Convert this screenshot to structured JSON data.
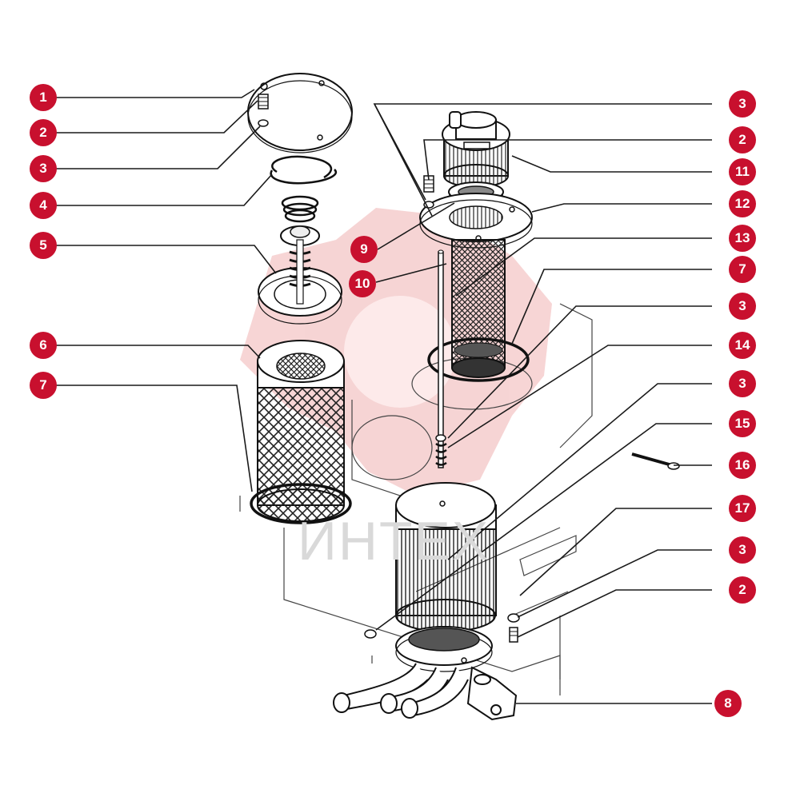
{
  "watermark": {
    "text": "ИНТЕХ"
  },
  "colors": {
    "callout": "#c8102e",
    "line": "#1a1a1a",
    "watermark": "#f3c2c2"
  },
  "callouts_left": [
    {
      "id": "L1",
      "label": "1"
    },
    {
      "id": "L2",
      "label": "2"
    },
    {
      "id": "L3",
      "label": "3"
    },
    {
      "id": "L4",
      "label": "4"
    },
    {
      "id": "L5",
      "label": "5"
    },
    {
      "id": "L6",
      "label": "6"
    },
    {
      "id": "L7",
      "label": "7"
    }
  ],
  "callouts_right": [
    {
      "id": "R3a",
      "label": "3"
    },
    {
      "id": "R2a",
      "label": "2"
    },
    {
      "id": "R11",
      "label": "11"
    },
    {
      "id": "R12",
      "label": "12"
    },
    {
      "id": "R13",
      "label": "13"
    },
    {
      "id": "R7",
      "label": "7"
    },
    {
      "id": "R3b",
      "label": "3"
    },
    {
      "id": "R14",
      "label": "14"
    },
    {
      "id": "R3c",
      "label": "3"
    },
    {
      "id": "R15",
      "label": "15"
    },
    {
      "id": "R16",
      "label": "16"
    },
    {
      "id": "R17",
      "label": "17"
    },
    {
      "id": "R3d",
      "label": "3"
    },
    {
      "id": "R2b",
      "label": "2"
    },
    {
      "id": "R8",
      "label": "8"
    }
  ],
  "callouts_mid": [
    {
      "id": "M9",
      "label": "9"
    },
    {
      "id": "M10",
      "label": "10"
    }
  ]
}
